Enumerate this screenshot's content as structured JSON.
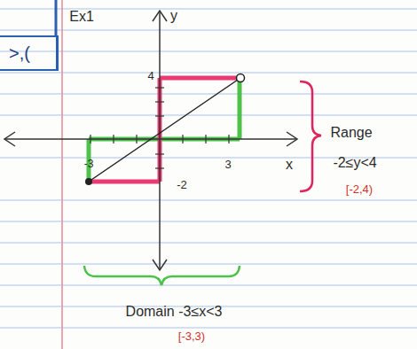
{
  "diagram": {
    "nodes": [
      {
        "text": [
          ">,("
        ]
      }
    ],
    "labels": [
      "Ex1",
      "y",
      "x",
      "4",
      "-3",
      "3",
      "-2",
      "Range",
      "-2≤y<4",
      "[-2,4)",
      "Domain -3≤x<3",
      "[-3,3)"
    ]
  }
}
